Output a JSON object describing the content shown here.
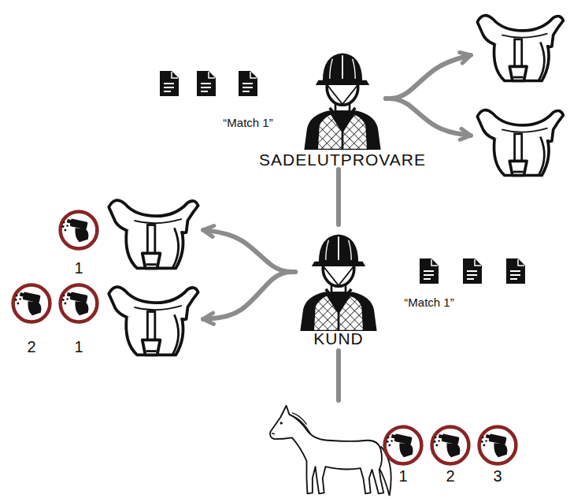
{
  "diagram": {
    "nodes": [
      {
        "text": [
          "SADELUTPROVARE"
        ]
      },
      {
        "text": [
          "KUND"
        ]
      },
      {
        "text": [
          "1"
        ]
      },
      {
        "text": [
          "2",
          "1"
        ]
      },
      {
        "text": [
          "1",
          "2",
          "3"
        ]
      },
      {
        "text": []
      },
      {
        "text": []
      }
    ],
    "edges": [
      {
        "from": 0,
        "to": 5,
        "arrow": "to"
      },
      {
        "from": 0,
        "to": 6,
        "arrow": "to"
      },
      {
        "from": 0,
        "to": 1,
        "arrow": "none"
      },
      {
        "from": 1,
        "to": 2,
        "arrow": "to"
      },
      {
        "from": 1,
        "to": 3,
        "arrow": "to"
      },
      {
        "from": 1,
        "to": 4,
        "arrow": "none"
      }
    ],
    "labels": [
      "“Match 1”",
      "“Match 1”"
    ]
  }
}
